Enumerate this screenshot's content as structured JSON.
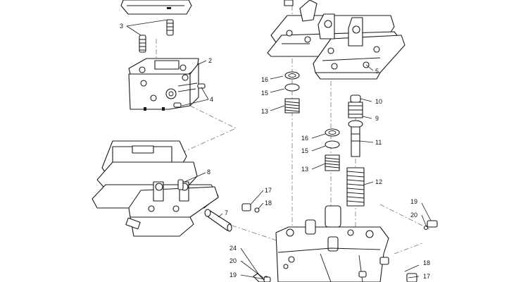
{
  "callouts": {
    "c2": "2",
    "c3": "3",
    "c4": "4",
    "c5": "5",
    "c7": "7",
    "c8": "8",
    "c9": "9",
    "c10": "10",
    "c11": "11",
    "c12": "12",
    "c13a": "13",
    "c13b": "13",
    "c15a": "15",
    "c15b": "15",
    "c16a": "16",
    "c16b": "16",
    "c17a": "17",
    "c17b": "17",
    "c18a": "18",
    "c18b": "18",
    "c19a": "19",
    "c19b": "19",
    "c20a": "20",
    "c20b": "20",
    "c24": "24"
  },
  "colors": {
    "line": "#1a1a1a",
    "centerline": "#777777",
    "background": "#ffffff"
  }
}
